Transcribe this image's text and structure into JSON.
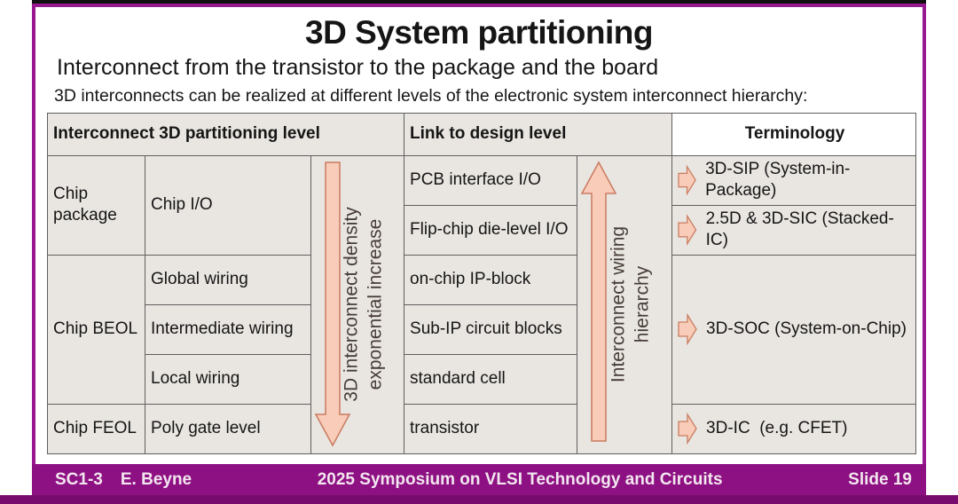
{
  "slide": {
    "title": "3D System partitioning",
    "subtitle": "Interconnect from the transistor to the package and the board",
    "intro": "3D interconnects can be realized at different levels of the electronic system interconnect hierarchy:"
  },
  "table": {
    "headers": [
      "Interconnect 3D partitioning level",
      "Link to design level",
      "Terminology"
    ],
    "partition_groups": [
      {
        "label": "Chip package"
      },
      {
        "label": "Chip BEOL"
      },
      {
        "label": "Chip FEOL"
      }
    ],
    "partition_levels": [
      {
        "label": "Chip I/O"
      },
      {
        "label": "Global wiring"
      },
      {
        "label": "Intermediate wiring"
      },
      {
        "label": "Local wiring"
      },
      {
        "label": "Poly gate level"
      }
    ],
    "design_levels": [
      "PCB interface I/O",
      "Flip-chip die-level I/O",
      "on-chip IP-block",
      "Sub-IP circuit blocks",
      "standard cell",
      "transistor"
    ],
    "terminology": [
      {
        "label": "3D-SIP (System-in-Package)"
      },
      {
        "label": "2.5D & 3D-SIC (Stacked-IC)"
      },
      {
        "label": "3D-SOC (System-on-Chip)"
      },
      {
        "label": "3D-IC  (e.g. CFET)"
      }
    ],
    "density_arrow": {
      "line1": "3D interconnect density",
      "line2": "exponential increase",
      "direction": "down"
    },
    "hierarchy_arrow": {
      "line1": "Interconnect wiring",
      "line2": "hierarchy",
      "direction": "up"
    }
  },
  "footer": {
    "session": "SC1-3",
    "author": "E. Beyne",
    "center": "2025 Symposium on VLSI Technology and Circuits",
    "slide_number": "Slide 19"
  },
  "colors": {
    "purple_border": "#98198f",
    "footer_band": "#8e1183",
    "bottom_strip": "#770c6e",
    "cell_bg": "#e9e6e1",
    "salmon_fill": "#f8ccb8",
    "salmon_stroke": "#c97b60",
    "rot_text": "#473d38",
    "line_dark": "#5f5f5f",
    "line_light": "#a8a8a8",
    "footer_text": "#f2e7ef"
  }
}
